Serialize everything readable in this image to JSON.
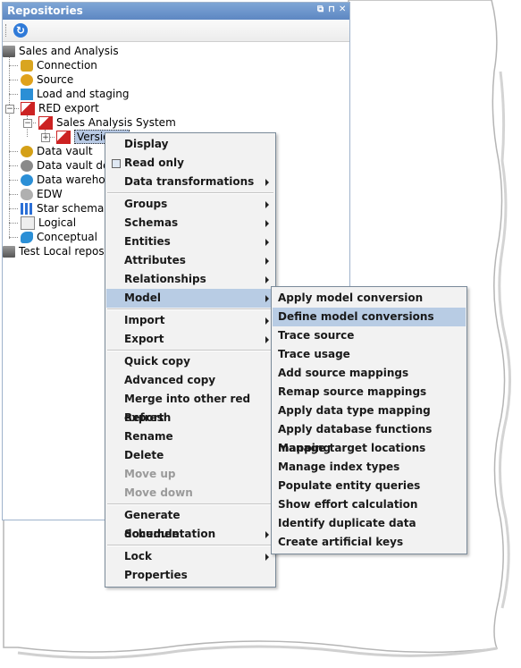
{
  "window": {
    "title": "Repositories",
    "controls": [
      "⧉",
      "⊓",
      "✕"
    ]
  },
  "toolbar": {
    "refresh_icon": "refresh-icon"
  },
  "tree": {
    "root": "Sales and Analysis",
    "children": [
      {
        "label": "Connection",
        "icon": "connection-icon",
        "color": "#d9a520"
      },
      {
        "label": "Source",
        "icon": "source-icon",
        "color": "#e0a21c"
      },
      {
        "label": "Load and staging",
        "icon": "cube-icon",
        "color": "#2b8fd6"
      },
      {
        "label": "RED export",
        "icon": "export-icon",
        "color": "#cc2222"
      },
      {
        "label": "Sales Analysis System",
        "icon": "export-icon",
        "color": "#cc2222"
      },
      {
        "label": "Version 1",
        "icon": "export-icon",
        "color": "#cc2222"
      },
      {
        "label": "Data vault",
        "icon": "vault-icon",
        "color": "#d4a017"
      },
      {
        "label": "Data vault des",
        "icon": "gear-icon",
        "color": "#8a8a8a"
      },
      {
        "label": "Data warehou",
        "icon": "gear-blue-icon",
        "color": "#2b8fd6"
      },
      {
        "label": "EDW",
        "icon": "bird-icon",
        "color": "#999999"
      },
      {
        "label": "Star schema",
        "icon": "grid-icon",
        "color": "#2b6fd6"
      },
      {
        "label": "Logical",
        "icon": "logical-icon",
        "color": "#888888"
      },
      {
        "label": "Conceptual",
        "icon": "conceptual-icon",
        "color": "#2b8fd6"
      }
    ],
    "second_root": "Test Local reposit"
  },
  "context_menu": {
    "items": [
      {
        "label": "Display"
      },
      {
        "label": "Read only",
        "check": true
      },
      {
        "label": "Data transformations",
        "submenu": true
      },
      {
        "sep": true
      },
      {
        "label": "Groups",
        "submenu": true
      },
      {
        "label": "Schemas",
        "submenu": true
      },
      {
        "label": "Entities",
        "submenu": true
      },
      {
        "label": "Attributes",
        "submenu": true
      },
      {
        "label": "Relationships",
        "submenu": true
      },
      {
        "label": "Model",
        "submenu": true,
        "highlight": true
      },
      {
        "sep": true
      },
      {
        "label": "Import",
        "submenu": true
      },
      {
        "label": "Export",
        "submenu": true
      },
      {
        "sep": true
      },
      {
        "label": "Quick copy"
      },
      {
        "label": "Advanced copy"
      },
      {
        "label": "Merge into other red export"
      },
      {
        "label": "Refresh"
      },
      {
        "label": "Rename"
      },
      {
        "label": "Delete"
      },
      {
        "label": "Move up",
        "disabled": true
      },
      {
        "label": "Move down",
        "disabled": true
      },
      {
        "sep": true
      },
      {
        "label": "Generate documentation"
      },
      {
        "label": "Schedule",
        "submenu": true
      },
      {
        "sep": true
      },
      {
        "label": "Lock",
        "submenu": true
      },
      {
        "label": "Properties"
      }
    ]
  },
  "model_submenu": {
    "items": [
      {
        "label": "Apply model conversion"
      },
      {
        "label": "Define model conversions",
        "highlight": true
      },
      {
        "label": "Trace source"
      },
      {
        "label": "Trace usage"
      },
      {
        "label": "Add source mappings"
      },
      {
        "label": "Remap source mappings"
      },
      {
        "label": "Apply data type mapping"
      },
      {
        "label": "Apply database functions mapping"
      },
      {
        "label": "Manage target locations"
      },
      {
        "label": "Manage index types"
      },
      {
        "label": "Populate entity queries"
      },
      {
        "label": "Show effort calculation"
      },
      {
        "label": "Identify duplicate data"
      },
      {
        "label": "Create artificial keys"
      }
    ]
  },
  "colors": {
    "highlight": "#b8cce4",
    "title_bar": "#6d94c9"
  }
}
